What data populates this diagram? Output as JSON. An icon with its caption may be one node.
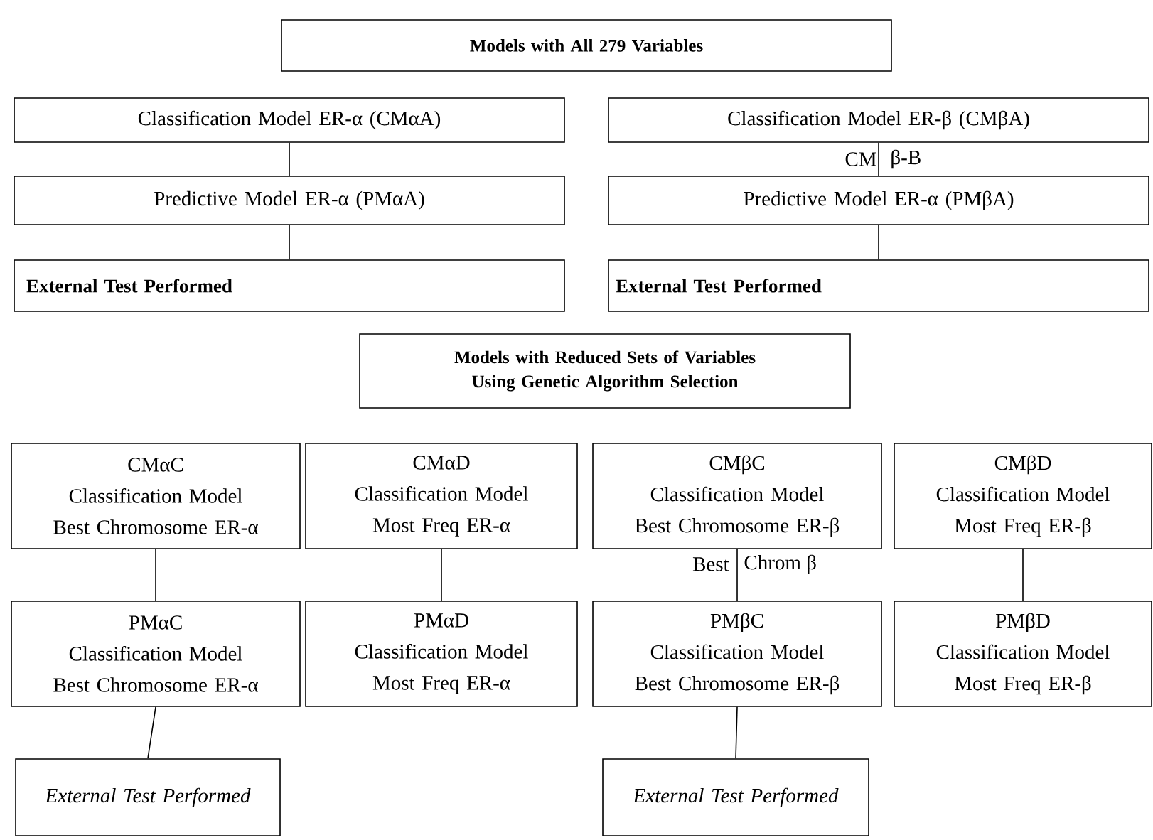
{
  "diagram": {
    "nodes": [
      {
        "text": [
          "Models with All 279 Variables"
        ]
      },
      {
        "text": [
          "Classification Model ER-α (CMαA)"
        ]
      },
      {
        "text": [
          "Predictive Model ER-α (PMαA)"
        ]
      },
      {
        "text": [
          "External Test Performed"
        ]
      },
      {
        "text": [
          "Classification Model ER-β (CMβA)"
        ]
      },
      {
        "text": [
          "Predictive Model ER-α (PMβA)"
        ]
      },
      {
        "text": [
          "External Test Performed"
        ]
      },
      {
        "text": [
          "Models with Reduced Sets of Variables Using Genetic Algorithm Selection"
        ]
      },
      {
        "text": [
          "CMαC",
          "Classification Model",
          "Best Chromosome ER-α"
        ]
      },
      {
        "text": [
          "CMαD",
          "Classification Model",
          "Most Freq ER-α"
        ]
      },
      {
        "text": [
          "CMβC",
          "Classification Model",
          "Best Chromosome ER-β"
        ]
      },
      {
        "text": [
          "CMβD",
          "Classification Model",
          "Most Freq ER-β"
        ]
      },
      {
        "text": [
          "PMαC",
          "Classification Model",
          "Best Chromosome ER-α"
        ]
      },
      {
        "text": [
          "PMαD",
          "Classification Model",
          "Most Freq ER-α"
        ]
      },
      {
        "text": [
          "PMβC",
          "Classification Model",
          "Best Chromosome ER-β"
        ]
      },
      {
        "text": [
          "PMβD",
          "Classification Model",
          "Most Freq ER-β"
        ]
      },
      {
        "text": [
          "External Test Performed"
        ]
      },
      {
        "text": [
          "External Test Performed"
        ]
      }
    ],
    "edges": [
      {
        "from": 1,
        "to": 2,
        "arrow": "none"
      },
      {
        "from": 2,
        "to": 3,
        "arrow": "none"
      },
      {
        "from": 4,
        "to": 5,
        "arrow": "none"
      },
      {
        "from": 5,
        "to": 6,
        "arrow": "none"
      },
      {
        "from": 8,
        "to": 12,
        "arrow": "none"
      },
      {
        "from": 9,
        "to": 13,
        "arrow": "none"
      },
      {
        "from": 10,
        "to": 14,
        "arrow": "none"
      },
      {
        "from": 11,
        "to": 15,
        "arrow": "none"
      },
      {
        "from": 12,
        "to": 16,
        "arrow": "none"
      },
      {
        "from": 14,
        "to": 17,
        "arrow": "none"
      }
    ],
    "labels": [
      "CM",
      "β-B",
      "Best",
      "Chrom β"
    ]
  }
}
